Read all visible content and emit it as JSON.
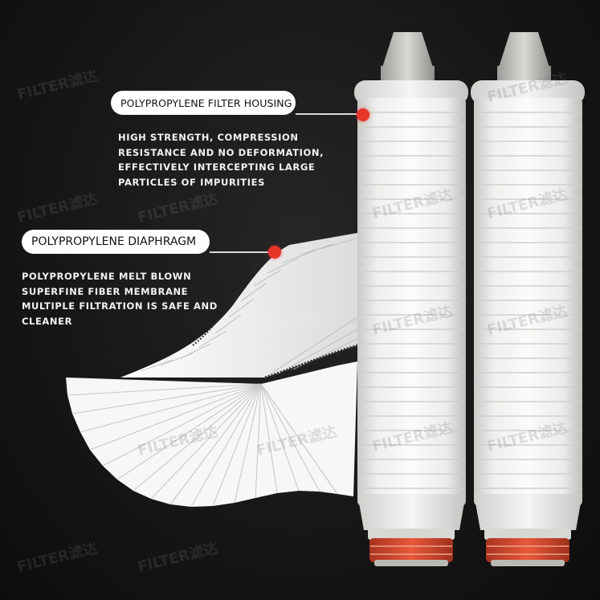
{
  "callouts": {
    "housing": {
      "title": "POLYPROPYLENE FILTER HOUSING",
      "lines": [
        "HIGH STRENGTH, COMPRESSION",
        "RESISTANCE AND NO DEFORMATION,",
        "EFFECTIVELY INTERCEPTING LARGE",
        "PARTICLES OF IMPURITIES"
      ]
    },
    "diaphragm": {
      "title": "POLYPROPYLENE DIAPHRAGM",
      "lines": [
        "POLYPROPYLENE MELT BLOWN",
        "SUPERFINE FIBER MEMBRANE",
        "MULTIPLE FILTRATION IS SAFE AND",
        "CLEANER"
      ]
    }
  },
  "watermark": "FILTER滤达",
  "colors": {
    "background": "#161616",
    "accent_dot": "#e8352a",
    "cartridge": "#f3f3f1",
    "seal": "#d8452b"
  }
}
